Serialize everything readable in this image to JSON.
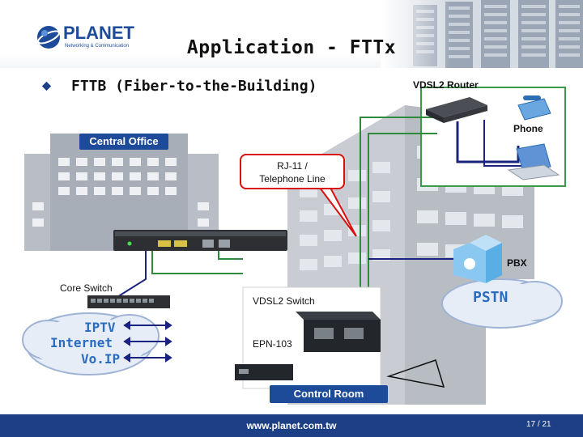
{
  "header": {
    "logo_word": "PLANET",
    "logo_tagline": "Networking & Communication",
    "title": "Application - FTTx"
  },
  "bullet": {
    "text": "FTTB (Fiber-to-the-Building)"
  },
  "diagram": {
    "central_office": "Central Office",
    "control_room": "Control Room",
    "vdsl2_router": "VDSL2 Router",
    "phone": "Phone",
    "callout_line1": "RJ-11 /",
    "callout_line2": "Telephone Line",
    "pbx": "PBX",
    "core_switch": "Core Switch",
    "vdsl2_switch": "VDSL2 Switch",
    "epn": "EPN-103",
    "pstn": "PSTN",
    "cloud_services": [
      "IPTV",
      "Internet",
      "Vo.IP"
    ]
  },
  "footer": {
    "url": "www.planet.com.tw",
    "page": "17 / 21"
  },
  "colors": {
    "brand_blue": "#1d4b9a",
    "footer_blue": "#1d3f85",
    "callout_red": "#d90f0f",
    "line_green": "#2e8b3b",
    "line_navy": "#1a237e",
    "cloud_text": "#2a6cc0"
  },
  "icons": {
    "bullet": "diamond-bullet-icon",
    "router": "router-icon",
    "phone": "telephone-icon",
    "laptop": "laptop-icon",
    "pbx": "pbx-cube-icon",
    "switch": "switch-icon"
  }
}
